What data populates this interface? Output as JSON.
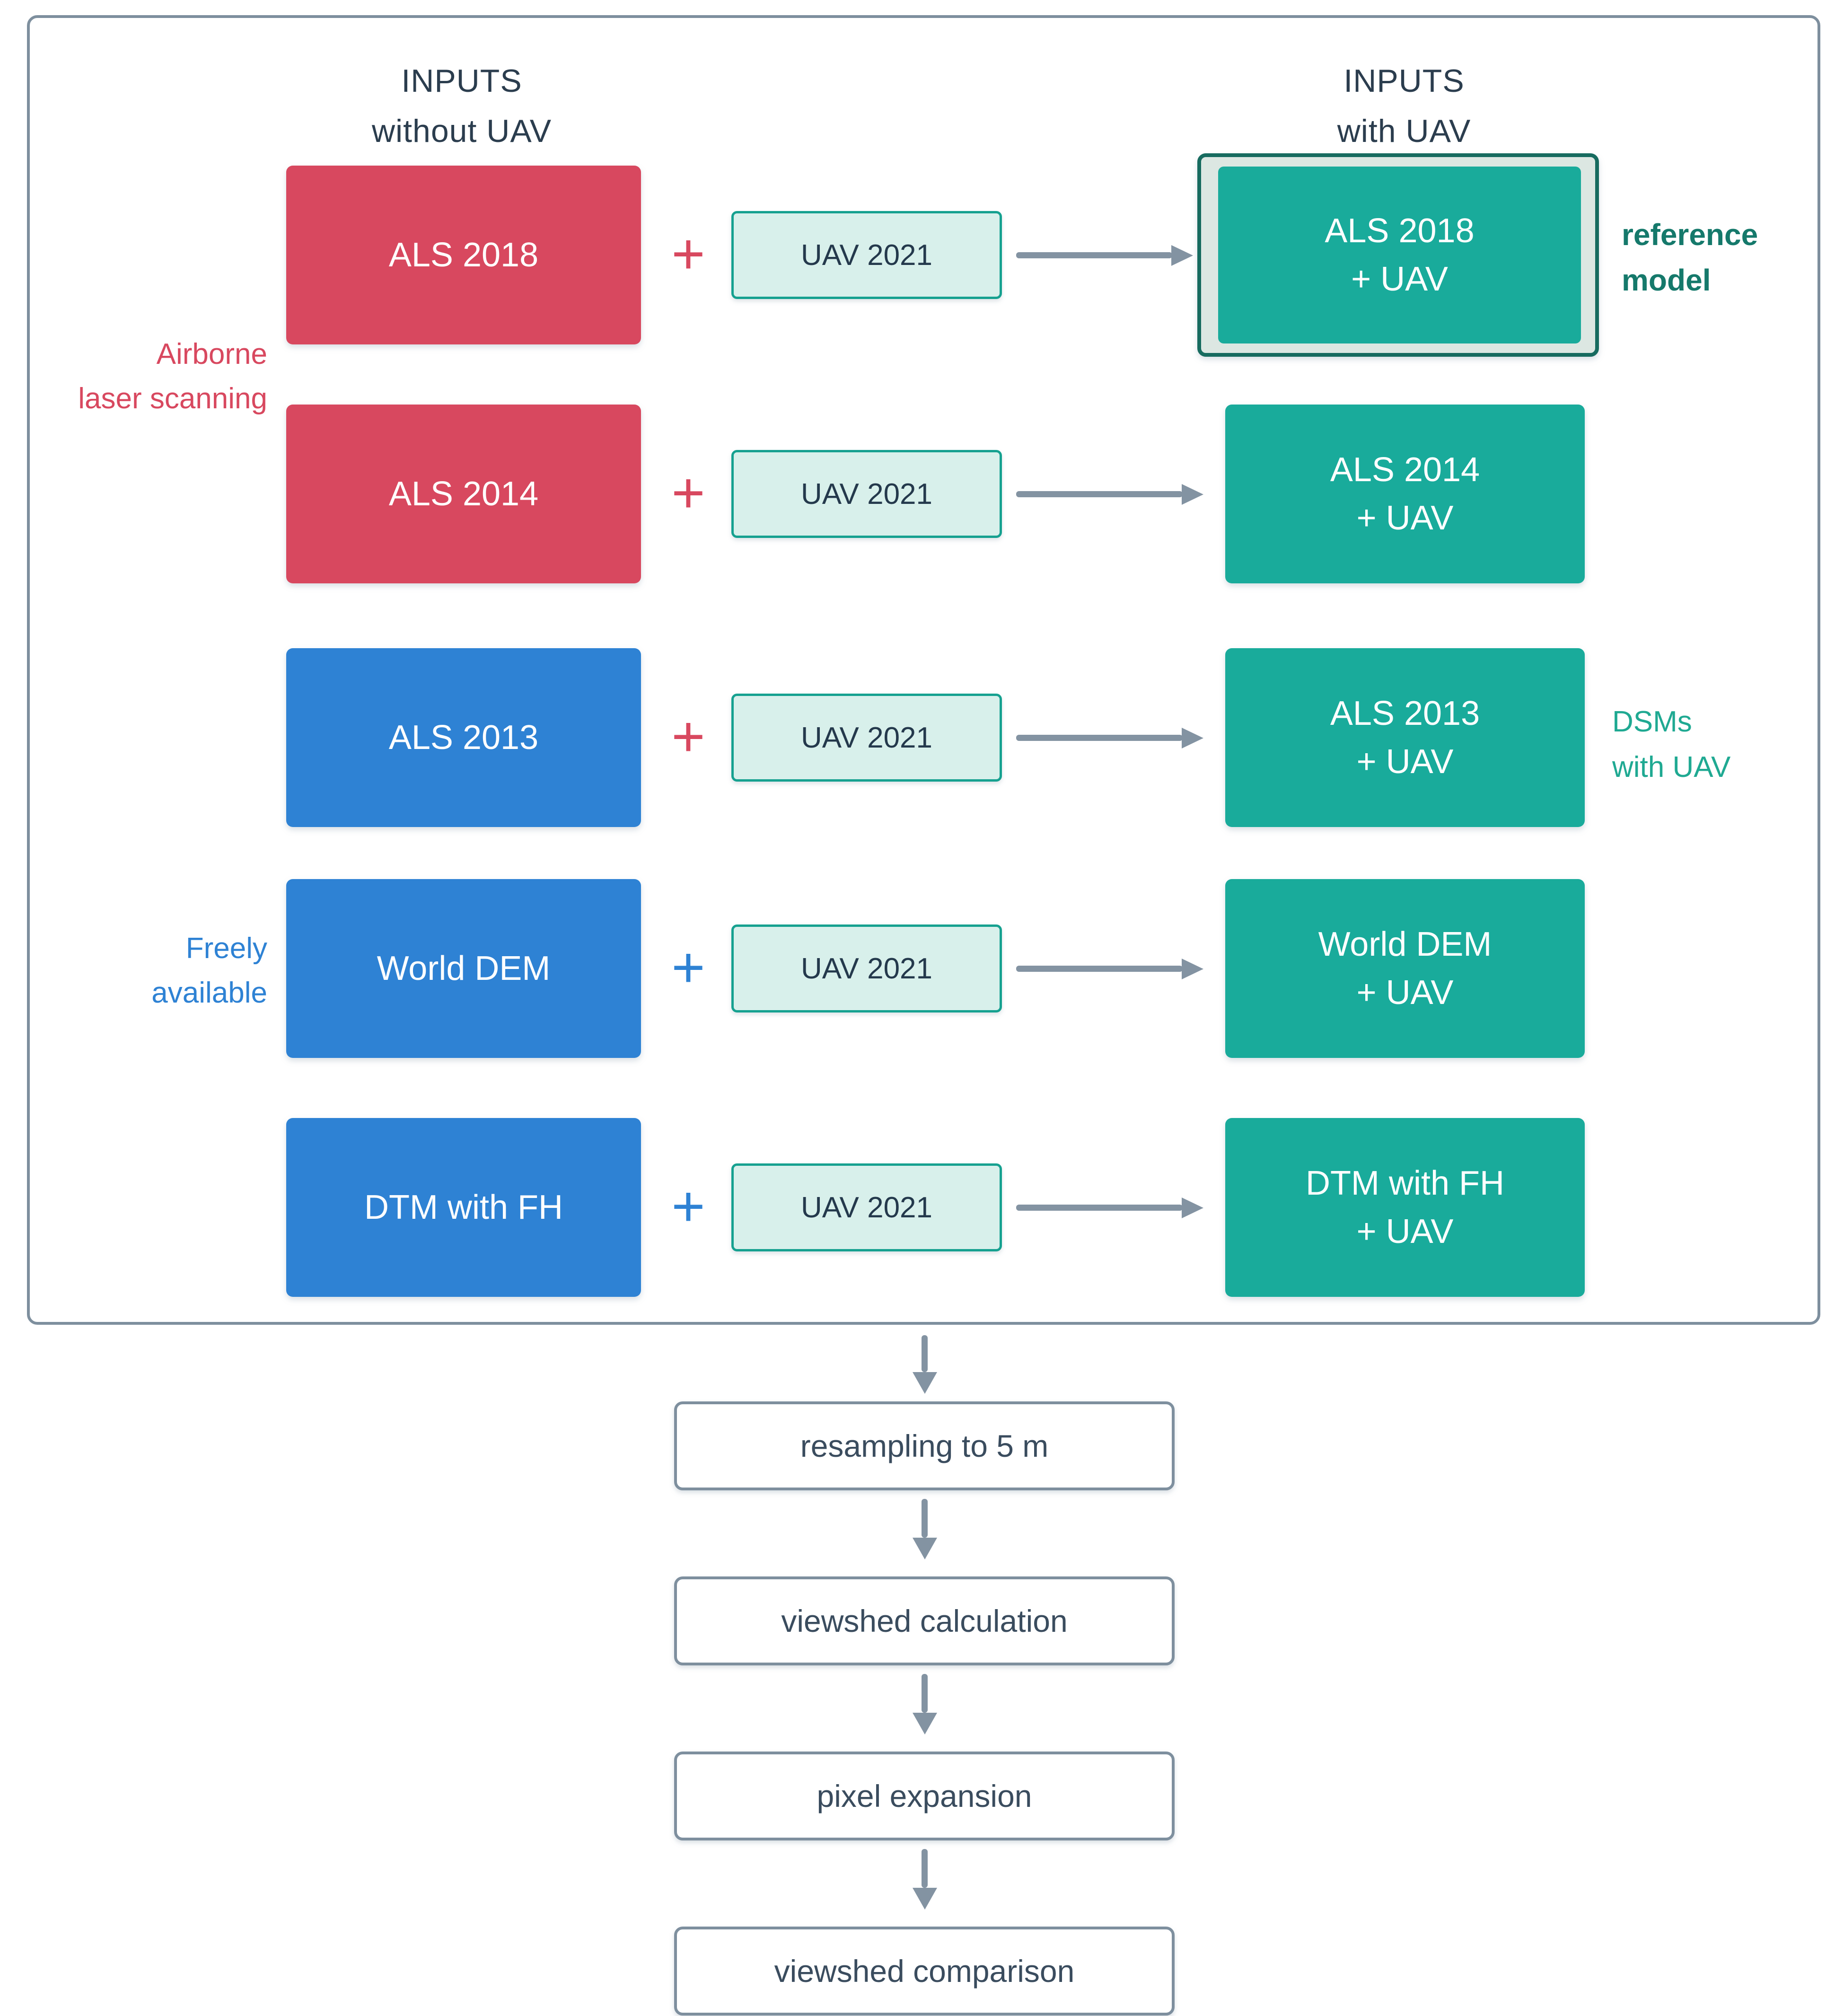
{
  "headers": {
    "left": {
      "line1": "INPUTS",
      "line2": "without UAV"
    },
    "right": {
      "line1": "INPUTS",
      "line2": "with UAV"
    }
  },
  "side_labels": {
    "airborne": {
      "line1": "Airborne",
      "line2": "laser scanning"
    },
    "freely": {
      "line1": "Freely",
      "line2": "available"
    },
    "reference": {
      "line1": "reference",
      "line2": "model"
    },
    "dsms": {
      "line1": "DSMs",
      "line2": "with UAV"
    }
  },
  "rows": [
    {
      "left_label": "ALS 2018",
      "left_color": "#D8485F",
      "plus": "+",
      "plus_color": "#D8485F",
      "uav_label": "UAV 2021",
      "right_line1": "ALS 2018",
      "right_line2": "+ UAV",
      "is_reference": true
    },
    {
      "left_label": "ALS 2014",
      "left_color": "#D8485F",
      "plus": "+",
      "plus_color": "#D8485F",
      "uav_label": "UAV 2021",
      "right_line1": "ALS 2014",
      "right_line2": "+ UAV",
      "is_reference": false
    },
    {
      "left_label": "ALS 2013",
      "left_color": "#2E82D4",
      "plus": "+",
      "plus_color": "#D8485F",
      "uav_label": "UAV 2021",
      "right_line1": "ALS 2013",
      "right_line2": "+ UAV",
      "is_reference": false
    },
    {
      "left_label": "World DEM",
      "left_color": "#2E82D4",
      "plus": "+",
      "plus_color": "#2E82D4",
      "uav_label": "UAV 2021",
      "right_line1": "World DEM",
      "right_line2": "+ UAV",
      "is_reference": false
    },
    {
      "left_label": "DTM with FH",
      "left_color": "#2E82D4",
      "plus": "+",
      "plus_color": "#2E82D4",
      "uav_label": "UAV 2021",
      "right_line1": "DTM with FH",
      "right_line2": "+ UAV",
      "is_reference": false
    }
  ],
  "pipeline": {
    "steps": [
      {
        "label": "resampling to 5 m"
      },
      {
        "label": "viewshed calculation"
      },
      {
        "label": "pixel expansion"
      },
      {
        "label": "viewshed comparison"
      }
    ]
  },
  "colors": {
    "red": "#D8485F",
    "blue": "#2E82D4",
    "teal": "#19AB9B",
    "teal_dark_border": "#176B5F",
    "uav_fill": "#D8F0EB",
    "uav_border": "#16A190",
    "slate_border": "#7E8F9E",
    "arrow_gray": "#8393A2",
    "header_navy": "#2B3D4E",
    "reference_label": "#15796B",
    "dsms_label": "#1FA992"
  }
}
